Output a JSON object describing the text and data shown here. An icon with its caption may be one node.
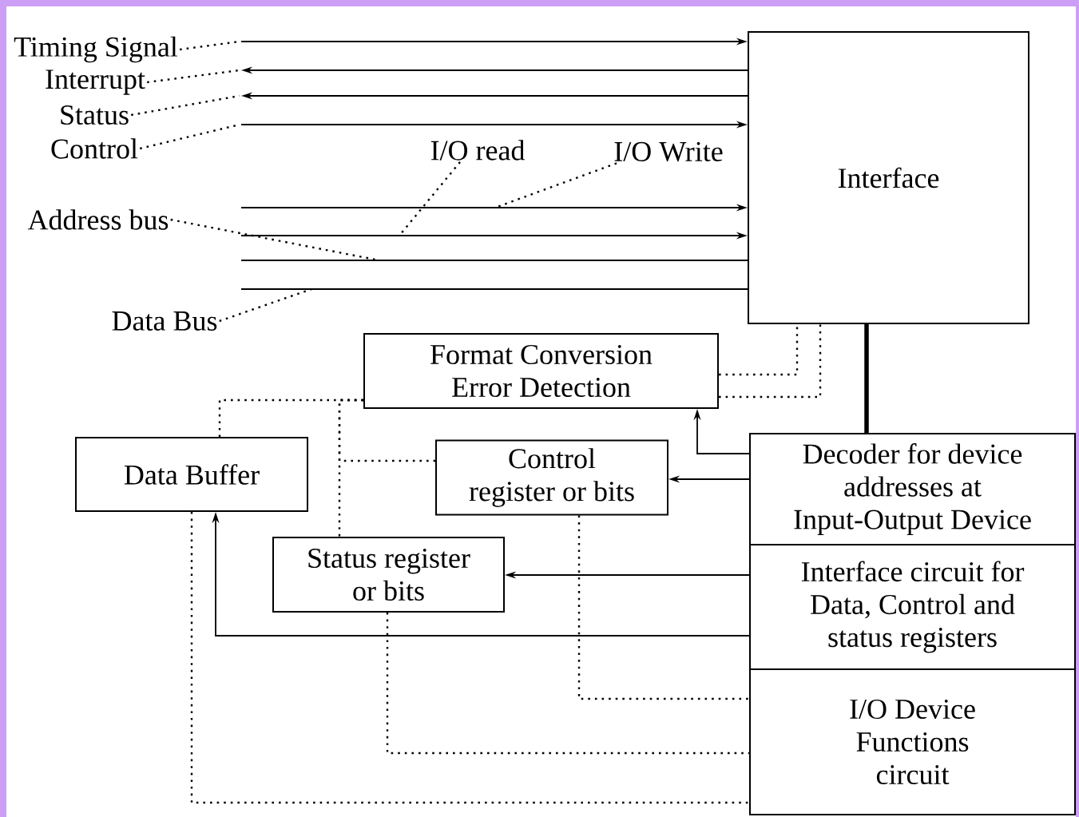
{
  "diagram": {
    "nodes": [
      {
        "text": [
          "Interface"
        ]
      },
      {
        "text": [
          "Format Conversion",
          "Error Detection"
        ]
      },
      {
        "text": [
          "Data Buffer"
        ]
      },
      {
        "text": [
          "Control register or bits"
        ]
      },
      {
        "text": [
          "Status register or bits"
        ]
      },
      {
        "text": [
          "Decoder for device addresses at Input-Output Device"
        ]
      },
      {
        "text": [
          "Interface circuit for Data, Control and status registers"
        ]
      },
      {
        "text": [
          "I/O Device Functions circuit"
        ]
      },
      {
        "text": [
          "Timing Signal"
        ]
      },
      {
        "text": [
          "Interrupt"
        ]
      },
      {
        "text": [
          "Status"
        ]
      },
      {
        "text": [
          "Control"
        ]
      },
      {
        "text": [
          "I/O read"
        ]
      },
      {
        "text": [
          "I/O Write"
        ]
      },
      {
        "text": [
          "Address bus"
        ]
      },
      {
        "text": [
          "Data Bus"
        ]
      }
    ],
    "edges": [
      {
        "from": null,
        "to": 0,
        "arrow": "to"
      },
      {
        "from": 0,
        "to": null,
        "arrow": "to"
      },
      {
        "from": 0,
        "to": null,
        "arrow": "to"
      },
      {
        "from": null,
        "to": 0,
        "arrow": "to"
      },
      {
        "from": null,
        "to": 0,
        "arrow": "to"
      },
      {
        "from": null,
        "to": 0,
        "arrow": "to"
      },
      {
        "from": null,
        "to": 0,
        "arrow": "none"
      },
      {
        "from": null,
        "to": 0,
        "arrow": "none"
      },
      {
        "from": 8,
        "to": null,
        "arrow": "none",
        "style": "dashed"
      },
      {
        "from": 9,
        "to": null,
        "arrow": "none",
        "style": "dashed"
      },
      {
        "from": 10,
        "to": null,
        "arrow": "none",
        "style": "dashed"
      },
      {
        "from": 11,
        "to": null,
        "arrow": "none",
        "style": "dashed"
      },
      {
        "from": 12,
        "to": null,
        "arrow": "none",
        "style": "dashed"
      },
      {
        "from": 13,
        "to": null,
        "arrow": "none",
        "style": "dashed"
      },
      {
        "from": 14,
        "to": null,
        "arrow": "none",
        "style": "dashed"
      },
      {
        "from": 15,
        "to": null,
        "arrow": "none",
        "style": "dashed"
      },
      {
        "from": 0,
        "to": 5,
        "arrow": "none",
        "style": "thick"
      },
      {
        "from": 1,
        "to": 0,
        "arrow": "none",
        "style": "dashed"
      },
      {
        "from": 1,
        "to": 0,
        "arrow": "none",
        "style": "dashed"
      },
      {
        "from": 5,
        "to": 1,
        "arrow": "to"
      },
      {
        "from": 5,
        "to": 3,
        "arrow": "to"
      },
      {
        "from": 6,
        "to": 4,
        "arrow": "to"
      },
      {
        "from": 6,
        "to": 2,
        "arrow": "to"
      },
      {
        "from": 1,
        "to": 2,
        "arrow": "none",
        "style": "dashed"
      },
      {
        "from": 1,
        "to": 3,
        "arrow": "none",
        "style": "dashed"
      },
      {
        "from": 1,
        "to": 4,
        "arrow": "none",
        "style": "dashed"
      },
      {
        "from": 3,
        "to": 7,
        "arrow": "none",
        "style": "dashed"
      },
      {
        "from": 4,
        "to": 7,
        "arrow": "none",
        "style": "dashed"
      },
      {
        "from": 2,
        "to": 7,
        "arrow": "none",
        "style": "dashed"
      }
    ]
  }
}
